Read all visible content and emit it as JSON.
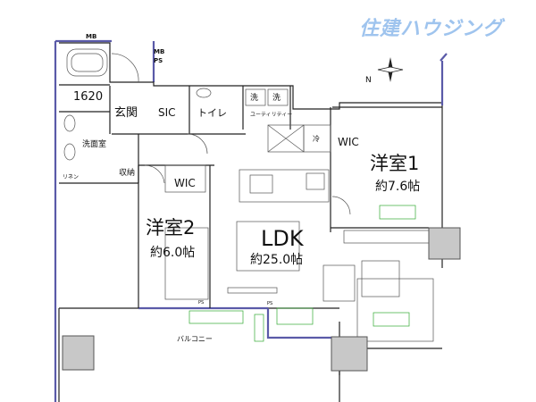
{
  "logo": {
    "text": "住建ハウジング",
    "color": "#9fc4ee"
  },
  "compass": {
    "north": "N"
  },
  "rooms": {
    "bedroom1": {
      "name": "洋室1",
      "size": "約7.6帖"
    },
    "bedroom2": {
      "name": "洋室2",
      "size": "約6.0帖"
    },
    "ldk": {
      "name": "LDK",
      "size": "約25.0帖"
    },
    "entrance": "玄関",
    "sic": "SIC",
    "toilet": "トイレ",
    "utility": "ユーティリティー",
    "washroom": "洗面室",
    "storage": "収納",
    "bath": "1620",
    "linen": "リネン",
    "wic1": "WIC",
    "wic2": "WIC",
    "balcony": "バルコニー"
  },
  "labels": {
    "mb_top": "MB",
    "mb_ps_1": "MB",
    "mb_ps_2": "PS",
    "washer1": "洗",
    "washer2": "洗",
    "fridge": "冷",
    "ps1": "PS",
    "ps2": "PS"
  }
}
